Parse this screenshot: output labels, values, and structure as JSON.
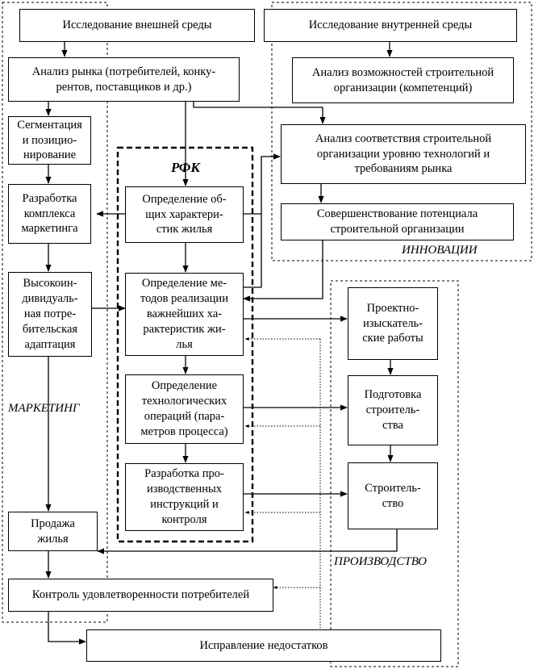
{
  "regions": {
    "marketing": "МАРКЕТИНГ",
    "rfk": "РФК",
    "innovations": "ИННОВАЦИИ",
    "production": "ПРОИЗВОДСТВО"
  },
  "boxes": {
    "external_env": "Исследование внешней среды",
    "internal_env": "Исследование внутренней среды",
    "market_analysis": "Анализ рынка (потребителей, конку-\nрентов, поставщиков и др.)",
    "capabilities_analysis": "Анализ возможностей строительной\nорганизации (компетенций)",
    "segmentation": "Сегментация\nи позицио-\nнирование",
    "compliance_analysis": "Анализ соответствия строительной\nорганизации уровню технологий и\nтребованиям рынка",
    "marketing_mix": "Разработка\nкомплекса\nмаркетинга",
    "general_characteristics": "Определение об-\nщих характери-\nстик жилья",
    "potential_improvement": "Совершенствование потенциала\nстроительной организации",
    "adaptation": "Высокоин-\nдивидуаль-\nная потре-\nбительская\nадаптация",
    "implementation_methods": "Определение ме-\nтодов реализации\nважнейших ха-\nрактеристик жи-\nлья",
    "design_survey": "Проектно-\nизыскатель-\nские работы",
    "tech_operations": "Определение\nтехнологических\nопераций (пара-\nметров процесса)",
    "construction_prep": "Подготовка\nстроитель-\nства",
    "production_instructions": "Разработка про-\nизводственных\nинструкций и\nконтроля",
    "construction": "Строитель-\nство",
    "housing_sales": "Продажа\nжилья",
    "satisfaction_control": "Контроль удовлетворенности потребителей",
    "defect_correction": "Исправление недостатков"
  }
}
